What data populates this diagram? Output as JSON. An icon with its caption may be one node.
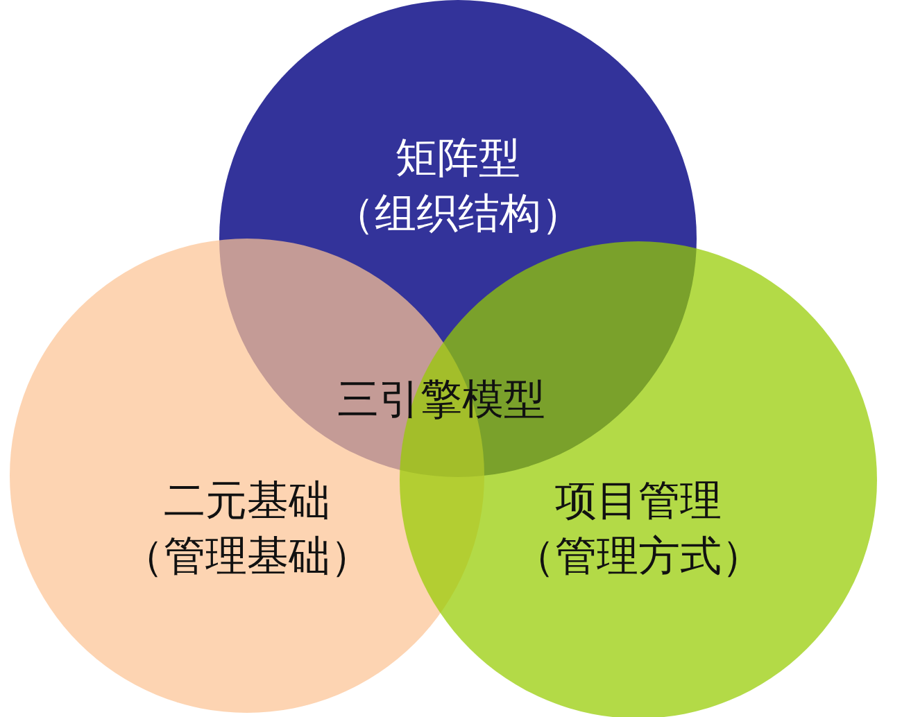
{
  "diagram": {
    "nodes": [
      {
        "text": [
          "矩阵型",
          "（组织结构）"
        ]
      },
      {
        "text": [
          "二元基础",
          "（管理基础）"
        ]
      },
      {
        "text": [
          "项目管理",
          "（管理方式）"
        ]
      }
    ],
    "labels": [
      "三引擎模型"
    ]
  }
}
